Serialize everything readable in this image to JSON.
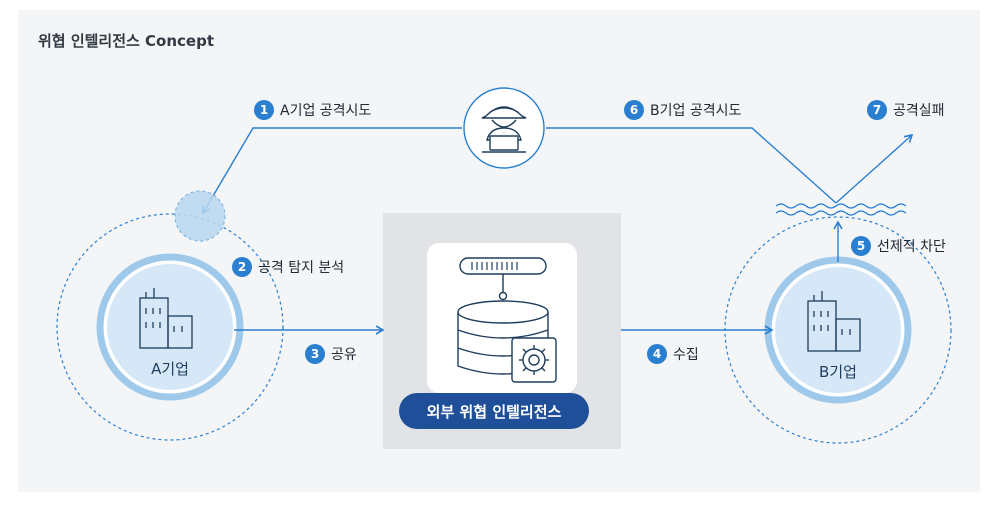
{
  "title": "위협 인텔리전스 Concept",
  "nodes": {
    "company_a": "A기업",
    "company_b": "B기업",
    "intel": "외부 위협 인텔리전스"
  },
  "steps": [
    {
      "num": "1",
      "label": "A기업 공격시도"
    },
    {
      "num": "2",
      "label": "공격 탐지 분석"
    },
    {
      "num": "3",
      "label": "공유"
    },
    {
      "num": "4",
      "label": "수집"
    },
    {
      "num": "5",
      "label": "선제적 차단"
    },
    {
      "num": "6",
      "label": "B기업 공격시도"
    },
    {
      "num": "7",
      "label": "공격실패"
    }
  ],
  "icons": {
    "attacker": "hacker-icon",
    "company": "building-icon",
    "server": "database-server-icon",
    "gear": "gear-icon",
    "shield_wave": "wave-barrier-icon"
  },
  "colors": {
    "accent": "#2b7fd0",
    "navy": "#1f4f99",
    "circle_fill": "#d6e8f7",
    "ring": "#9ec9ea"
  }
}
